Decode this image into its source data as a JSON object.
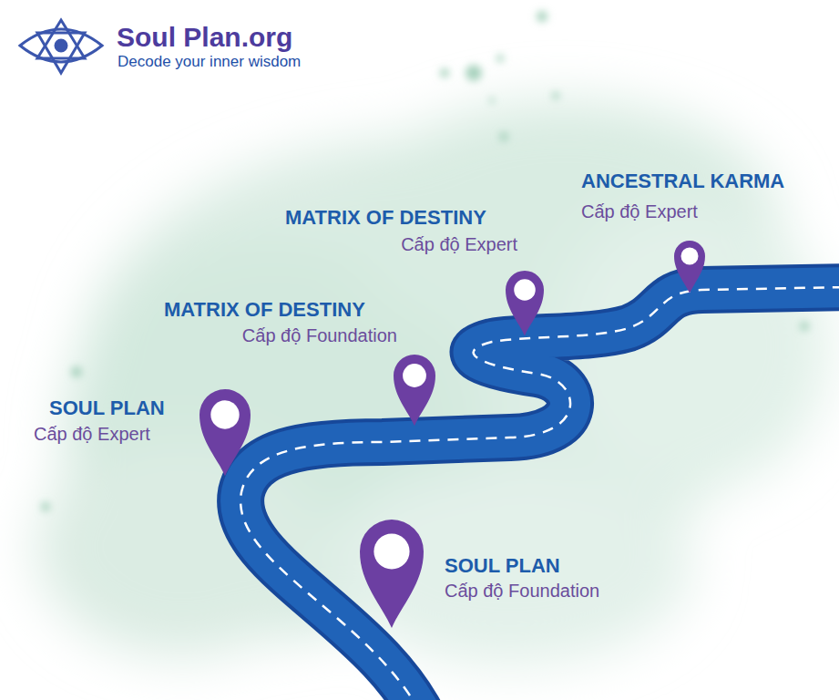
{
  "diagram": {
    "labels": [
      "Soul Plan.org",
      "Decode your inner wisdom",
      "ANCESTRAL KARMA",
      "Cấp độ Expert",
      "MATRIX OF DESTINY",
      "Cấp độ Expert",
      "MATRIX OF DESTINY",
      "Cấp độ Foundation",
      "SOUL PLAN",
      "Cấp độ Expert",
      "SOUL PLAN",
      "Cấp độ Foundation"
    ]
  }
}
